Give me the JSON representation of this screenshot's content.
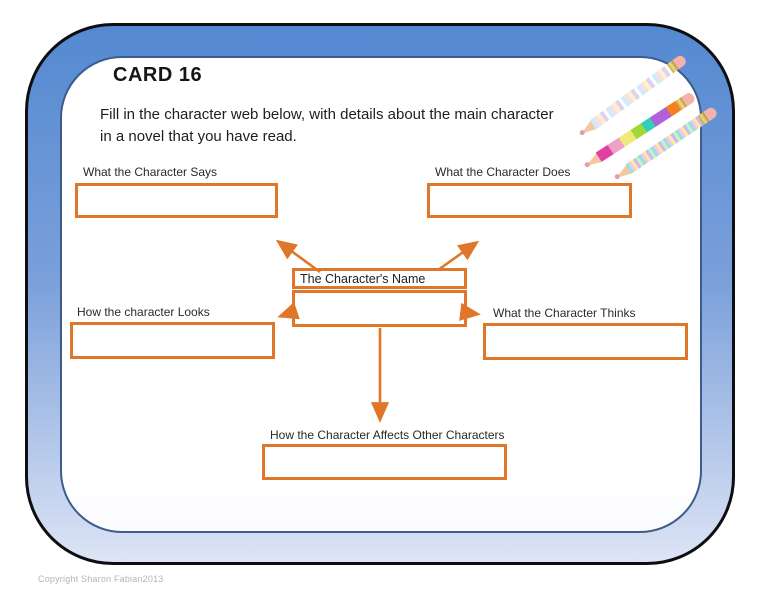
{
  "card": {
    "title": "CARD 16",
    "instructions": [
      "Fill in the character web below, with details about the main character",
      "in a novel that you have read."
    ],
    "copyright": "Copyright Sharon Fabian2013"
  },
  "web": {
    "center_label": "The Character's Name",
    "nodes": [
      {
        "id": "says",
        "label": "What the Character Says"
      },
      {
        "id": "does",
        "label": "What the Character Does"
      },
      {
        "id": "looks",
        "label": "How the character Looks"
      },
      {
        "id": "thinks",
        "label": "What the Character Thinks"
      },
      {
        "id": "affects",
        "label": "How the Character Affects Other Characters"
      }
    ]
  },
  "decorations": {
    "pencils": [
      "pastel-dot-pencil",
      "rainbow-stripe-pencil",
      "confetti-pencil"
    ]
  },
  "colors": {
    "box_border": "#E0762A",
    "arrow": "#E0762A",
    "band_top": "#5489D1",
    "band_bottom": "#DDE4F5",
    "inner_border": "#3D5B8C",
    "copyright_text": "#B4B4B8"
  }
}
